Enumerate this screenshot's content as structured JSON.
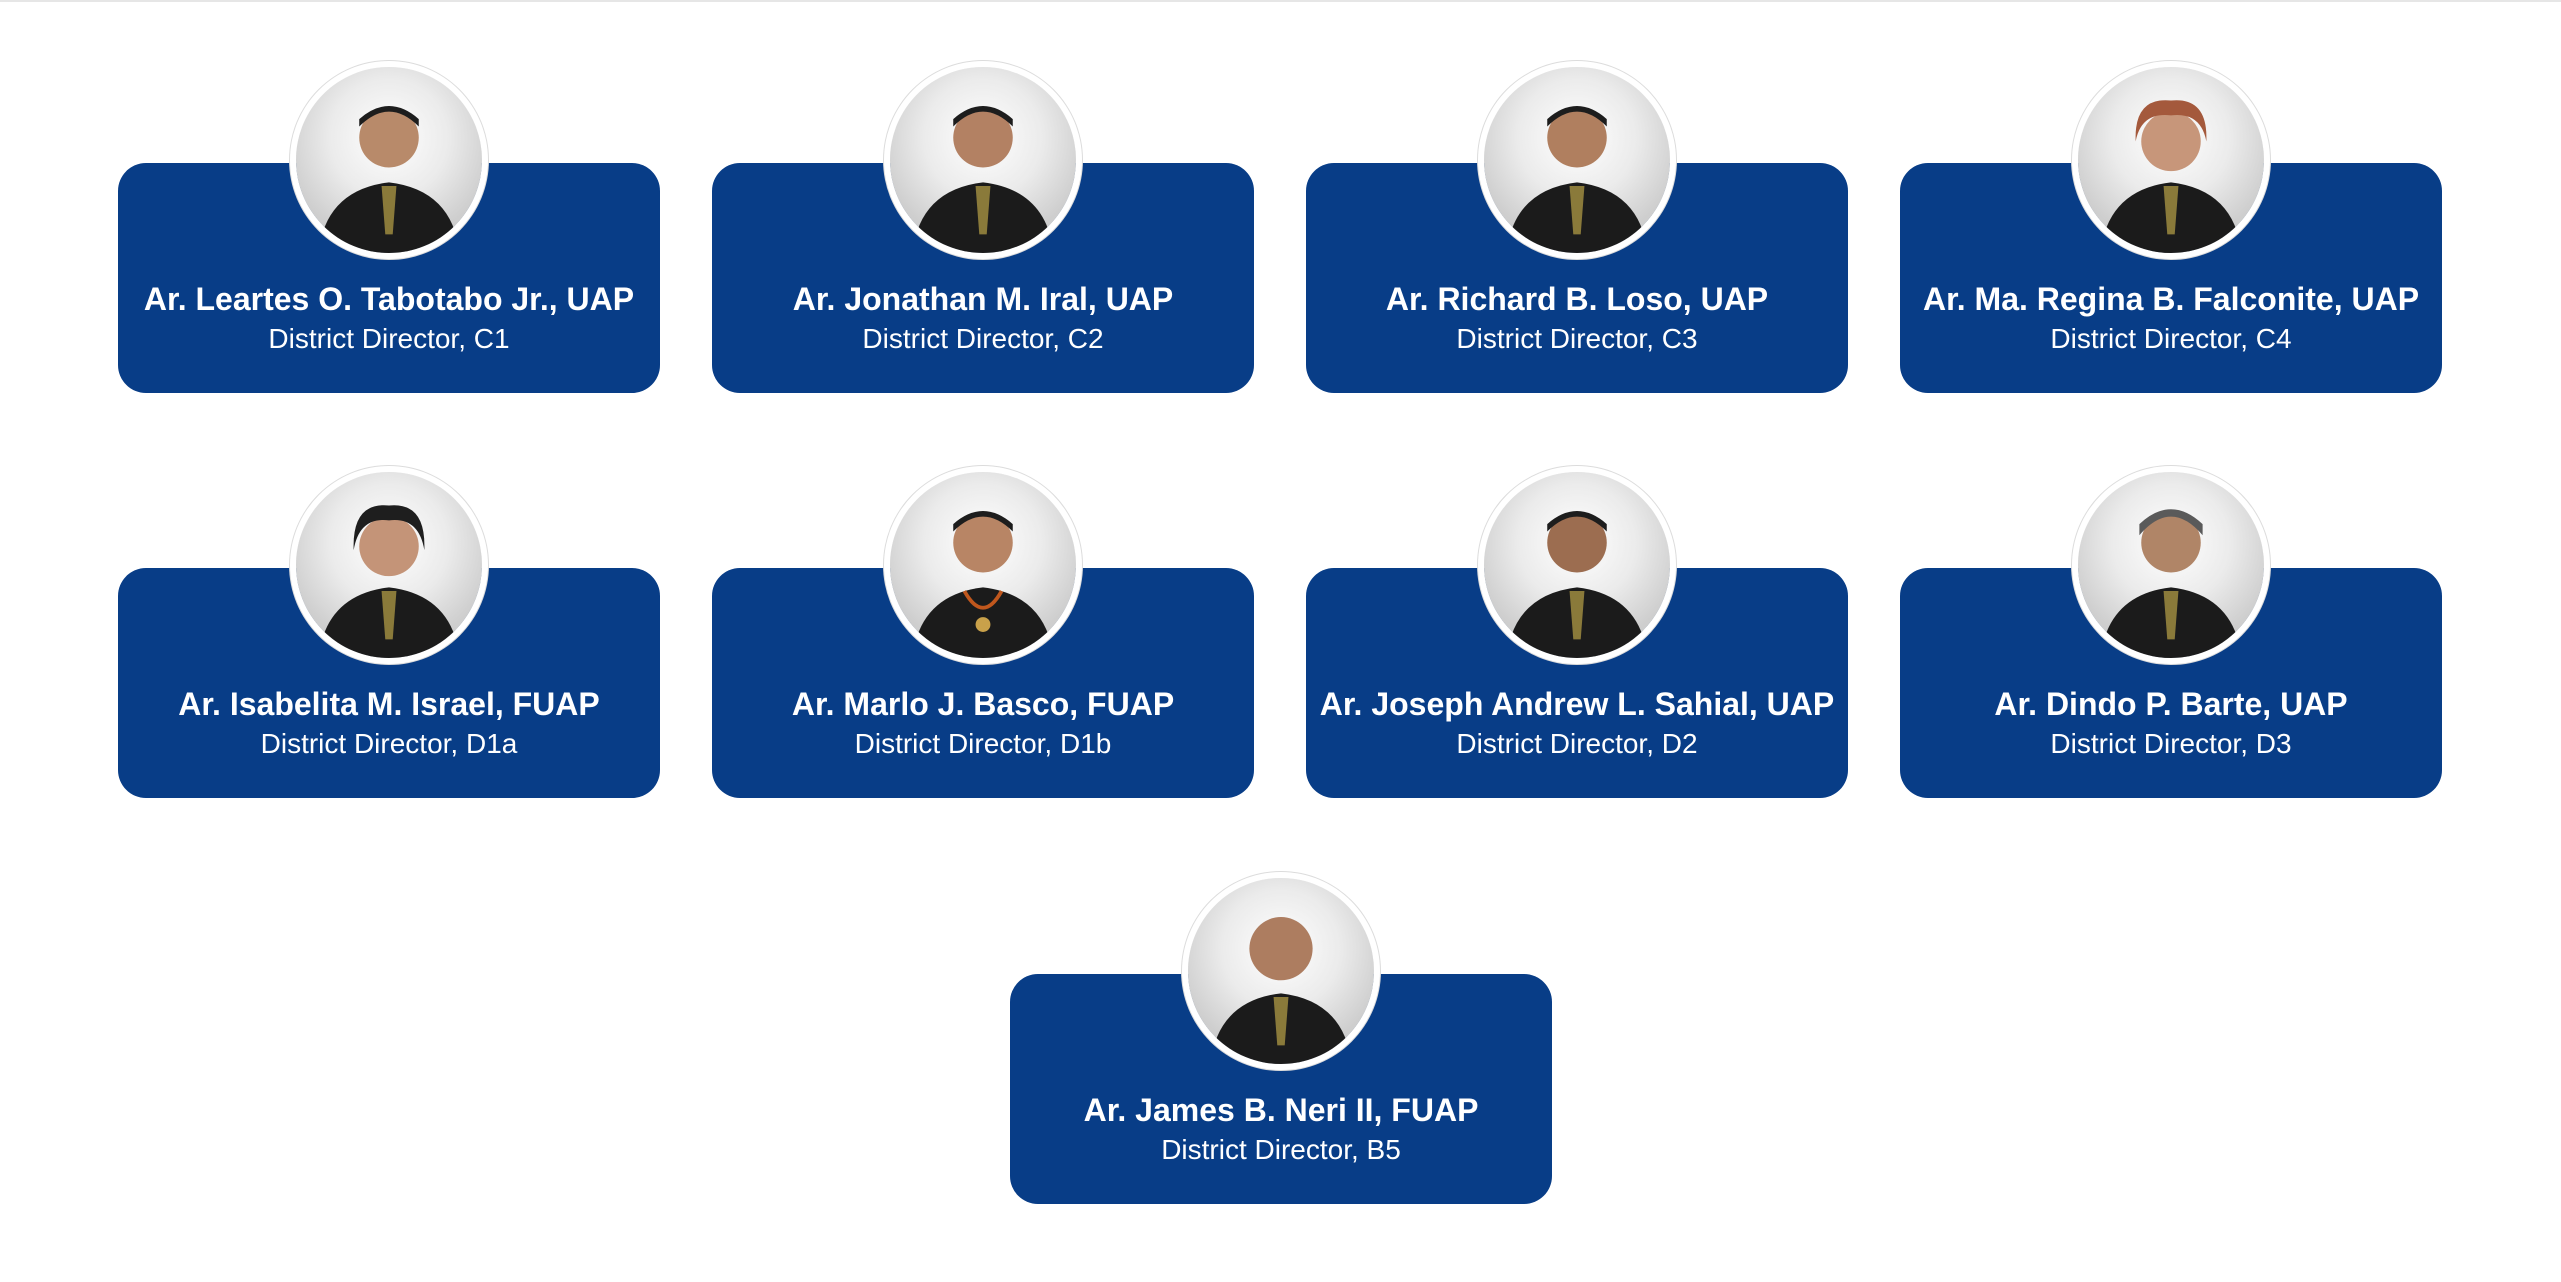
{
  "colors": {
    "card_background": "#083d87",
    "text": "#ffffff",
    "page_background": "#ffffff"
  },
  "icons": {
    "portrait": "person-portrait-icon"
  },
  "directors": [
    {
      "name": "Ar. Leartes O. Tabotabo Jr., UAP",
      "title": "District Director, C1"
    },
    {
      "name": "Ar. Jonathan M. Iral, UAP",
      "title": "District Director, C2"
    },
    {
      "name": "Ar. Richard B. Loso, UAP",
      "title": "District Director, C3"
    },
    {
      "name": "Ar. Ma. Regina B. Falconite, UAP",
      "title": "District Director, C4"
    },
    {
      "name": "Ar. Isabelita M. Israel, FUAP",
      "title": "District Director, D1a"
    },
    {
      "name": "Ar. Marlo J. Basco, FUAP",
      "title": "District Director, D1b"
    },
    {
      "name": "Ar. Joseph Andrew L. Sahial, UAP",
      "title": "District Director, D2"
    },
    {
      "name": "Ar. Dindo P. Barte, UAP",
      "title": "District Director, D3"
    },
    {
      "name": "Ar. James B. Neri II, FUAP",
      "title": "District Director, B5"
    }
  ]
}
